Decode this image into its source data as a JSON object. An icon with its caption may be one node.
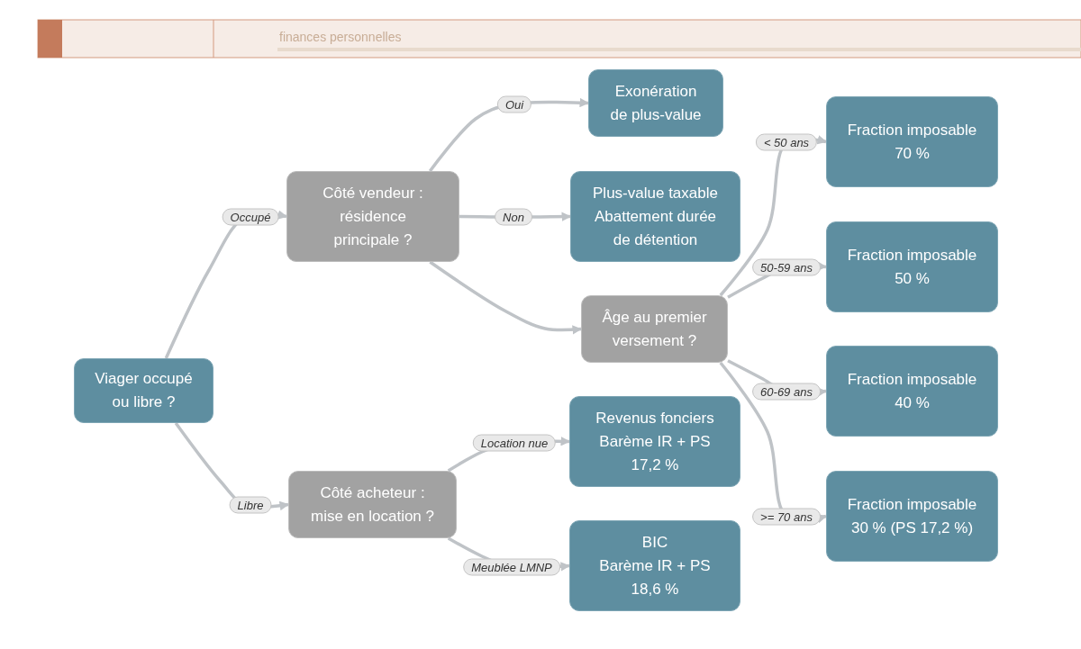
{
  "diagram": {
    "nodes": [
      {
        "text": [
          "Viager occupé ou libre ?"
        ]
      },
      {
        "text": [
          "Côté vendeur : résidence principale ?"
        ]
      },
      {
        "text": [
          "Côté acheteur : mise en location ?"
        ]
      },
      {
        "text": [
          "Exonération de plus-value"
        ]
      },
      {
        "text": [
          "Plus-value taxable",
          "Abattement durée de détention"
        ]
      },
      {
        "text": [
          "Âge au premier versement ?"
        ]
      },
      {
        "text": [
          "Revenus fonciers",
          "Barème IR + PS",
          "17,2 %"
        ]
      },
      {
        "text": [
          "BIC",
          "Barème IR + PS",
          "18,6 %"
        ]
      },
      {
        "text": [
          "Fraction imposable",
          "70 %"
        ]
      },
      {
        "text": [
          "Fraction imposable",
          "50 %"
        ]
      },
      {
        "text": [
          "Fraction imposable",
          "40 %"
        ]
      },
      {
        "text": [
          "Fraction imposable",
          "30 % (PS 17,2 %)"
        ]
      }
    ],
    "edges": [
      {
        "from": 0,
        "to": 1,
        "arrow": "to",
        "label": "Occupé"
      },
      {
        "from": 0,
        "to": 2,
        "arrow": "to",
        "label": "Libre"
      },
      {
        "from": 1,
        "to": 3,
        "arrow": "to",
        "label": "Oui"
      },
      {
        "from": 1,
        "to": 4,
        "arrow": "to",
        "label": "Non"
      },
      {
        "from": 1,
        "to": 5,
        "arrow": "to"
      },
      {
        "from": 2,
        "to": 6,
        "arrow": "to",
        "label": "Location nue"
      },
      {
        "from": 2,
        "to": 7,
        "arrow": "to",
        "label": "Meublée LMNP"
      },
      {
        "from": 5,
        "to": 8,
        "arrow": "to",
        "label": "< 50 ans"
      },
      {
        "from": 5,
        "to": 9,
        "arrow": "to",
        "label": "50-59 ans"
      },
      {
        "from": 5,
        "to": 10,
        "arrow": "to",
        "label": "60-69 ans"
      },
      {
        "from": 5,
        "to": 11,
        "arrow": "to",
        "label": ">= 70 ans"
      }
    ],
    "labels": [
      "finances personnelles"
    ]
  }
}
